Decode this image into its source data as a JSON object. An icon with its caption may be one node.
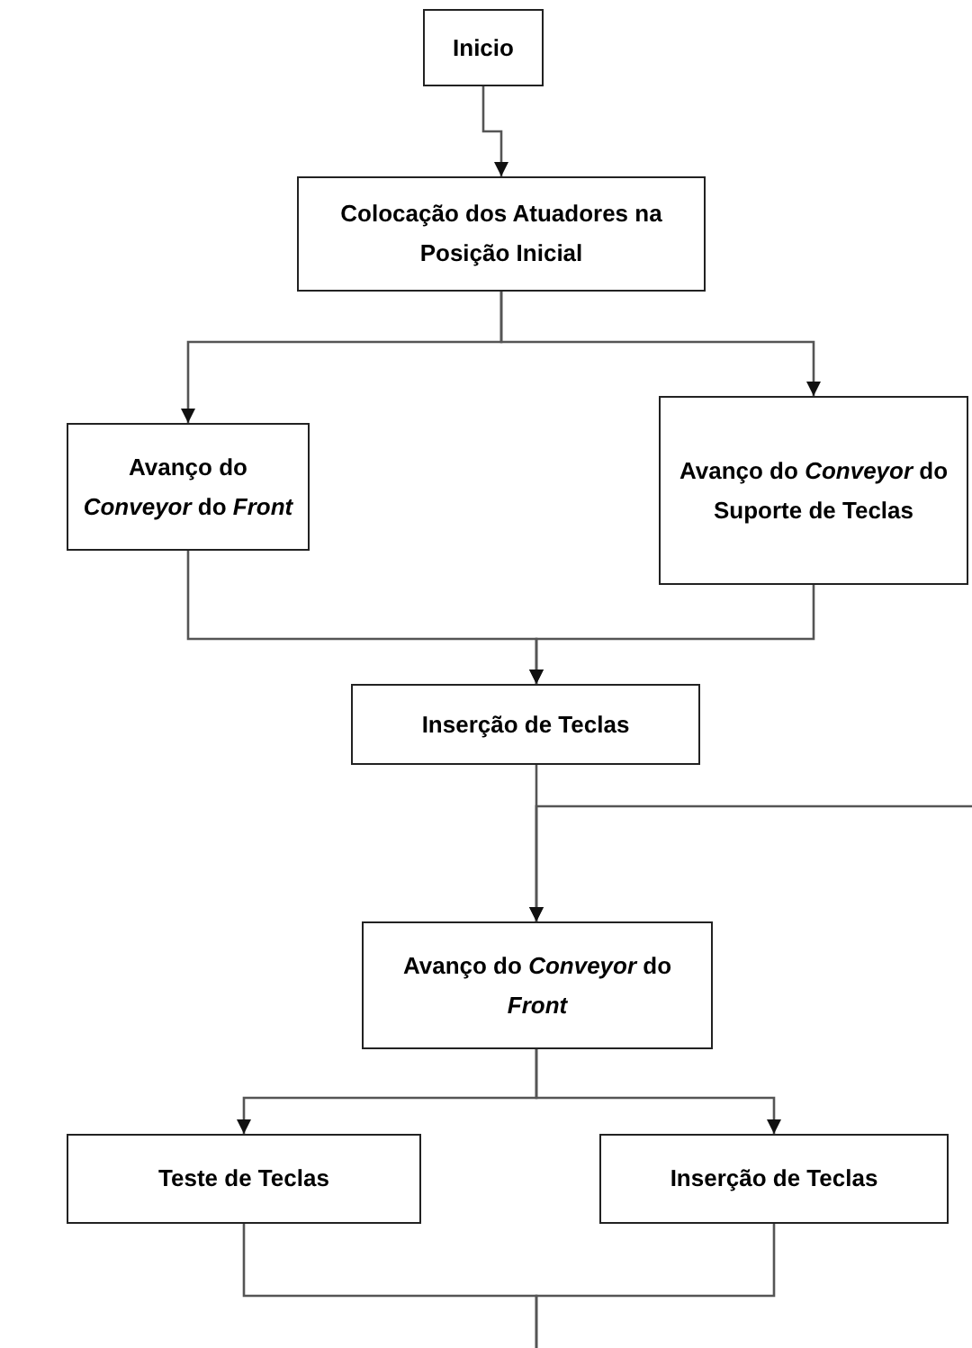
{
  "diagram": {
    "nodes": [
      {
        "text": [
          "Inicio"
        ]
      },
      {
        "text": [
          "Colocação dos Atuadores na Posição Inicial"
        ]
      },
      {
        "text": [
          "Avanço do *Conveyor* do *Front*"
        ]
      },
      {
        "text": [
          "Avanço do *Conveyor* do Suporte de Teclas"
        ]
      },
      {
        "text": [
          "Inserção de Teclas"
        ]
      },
      {
        "text": [
          "Avanço do *Conveyor* do *Front*"
        ]
      },
      {
        "text": [
          "Teste de Teclas"
        ]
      },
      {
        "text": [
          "Inserção de Teclas"
        ]
      }
    ],
    "edges": [
      {
        "from": 0,
        "to": 1,
        "arrow": "to"
      },
      {
        "from": 1,
        "to": 2,
        "arrow": "to"
      },
      {
        "from": 1,
        "to": 3,
        "arrow": "to"
      },
      {
        "from": 2,
        "to": 4,
        "arrow": "to"
      },
      {
        "from": 3,
        "to": 4,
        "arrow": "to"
      },
      {
        "from": 4,
        "to": 5,
        "arrow": "to"
      },
      {
        "from": null,
        "to": 5,
        "arrow": "to"
      },
      {
        "from": 5,
        "to": 6,
        "arrow": "to"
      },
      {
        "from": 5,
        "to": 7,
        "arrow": "to"
      },
      {
        "from": 6,
        "to": null,
        "arrow": "none"
      },
      {
        "from": 7,
        "to": null,
        "arrow": "none"
      }
    ]
  }
}
